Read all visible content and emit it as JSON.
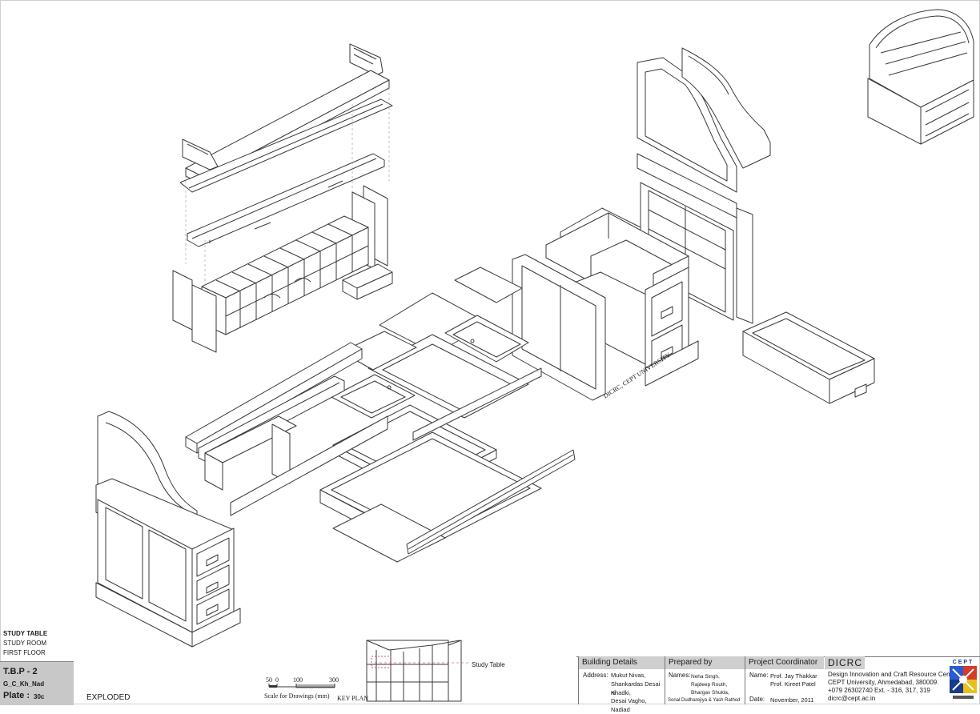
{
  "sheet": {
    "title": "STUDY TABLE",
    "room": "STUDY ROOM",
    "floor": "FIRST FLOOR",
    "plate_code": "T.B.P - 2",
    "file_code": "G_C_Kh_Nad",
    "plate_label": "Plate :",
    "plate_number": "30c",
    "view_name": "EXPLODED",
    "watermark": "DICRC, CEPT UNIVERSITY"
  },
  "scale": {
    "ticks": [
      "50",
      "0",
      "100",
      "300"
    ],
    "caption": "Scale for Drawings (mm)"
  },
  "key_plan": {
    "label": "KEY PLAN",
    "callout": "Study Table"
  },
  "title_block": {
    "building": {
      "header": "Building Details",
      "address_label": "Address:",
      "address_lines": [
        "Mukut Nivas,",
        "Shankardas Desai ni",
        "Khadki,",
        "Desai Vagho, Nadiad"
      ]
    },
    "prepared": {
      "header": "Prepared by",
      "names_label": "Names:",
      "names_lines": [
        "Neha Singh,",
        "Rajdeep Routh,",
        "Bhargav Shukla,",
        "Sonal Dudharejiya & Yash Rathod"
      ]
    },
    "coordinator": {
      "header": "Project Coordinator",
      "name_label": "Name:",
      "name_lines": [
        "Prof. Jay Thakkar",
        "Prof. Kireet Patel"
      ],
      "date_label": "Date:",
      "date": "November, 2011"
    },
    "org": {
      "header": "DICRC",
      "lines": [
        "Design Innovation and Craft Resource Centre,",
        "CEPT University, Ahmedabad, 380009.",
        "+079 26302740  Ext. - 316, 317, 319",
        "dicrc@cept.ac.in"
      ],
      "logo_text": "CEPT"
    }
  }
}
